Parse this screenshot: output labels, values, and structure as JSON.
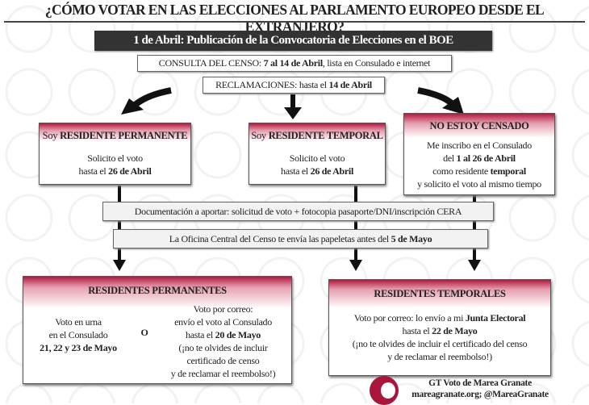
{
  "title": "¿CÓMO VOTAR EN LAS ELECCIONES AL PARLAMENTO EUROPEO DESDE EL EXTRANJERO?",
  "boe": "1 de Abril: Publicación de la Convocatoria de Elecciones en el BOE",
  "consulta": {
    "label": "CONSULTA DEL CENSO: ",
    "dates": "7 al 14 de Abril",
    "rest": ", lista en Consulado e internet"
  },
  "reclamaciones": {
    "label": "RECLAMACIONES: hasta el ",
    "date": "14 de Abril"
  },
  "permanente": {
    "pre": "Soy ",
    "title": "RESIDENTE PERMANENTE",
    "line1": "Solicito el voto",
    "line2": "hasta el ",
    "date": "26 de Abril"
  },
  "temporal": {
    "pre": "Soy ",
    "title": "RESIDENTE TEMPORAL",
    "line1": "Solicito el voto",
    "line2": "hasta el ",
    "date": "26 de Abril"
  },
  "no_censado": {
    "title": "NO ESTOY CENSADO",
    "line1": "Me inscribo en el Consulado",
    "line2a": "del ",
    "line2b": "1 al 26 de Abril",
    "line3a": "como residente ",
    "line3b": "temporal",
    "line4": "y solicito el voto al mismo tiempo"
  },
  "documentacion": "Documentación a aportar: solicitud de voto + fotocopia pasaporte/DNI/inscripción CERA",
  "oficina": {
    "text": "La Oficina Central del Censo te envía las papeletas antes del ",
    "date": "5 de Mayo"
  },
  "res_permanentes": {
    "title": "RESIDENTES PERMANENTES",
    "urna1": "Voto en urna",
    "urna2": "en el Consulado",
    "urna3": "21, 22 y 23 de Mayo",
    "o": "O",
    "correo1": "Voto por correo:",
    "correo2": "envío el voto al Consulado",
    "correo3": "hasta el ",
    "correo3b": "20 de Mayo",
    "correo4": "(¡no te olvides de incluir",
    "correo5": "certificado de censo",
    "correo6": "y de reclamar el reembolso!)"
  },
  "res_temporales": {
    "title": "RESIDENTES TEMPORALES",
    "l1": "Voto por correo: lo envío a mi ",
    "l1b": "Junta Electoral",
    "l2": "hasta el ",
    "l2b": "22 de Mayo",
    "l3": "(¡no te olvides de incluir el certificado del censo",
    "l4": "y de reclamar el reembolso!)"
  },
  "footer": {
    "org": "GT Voto de Marea Granate",
    "web": "mareagranate.org; @MareaGranate"
  },
  "colors": {
    "accent": "#b3193f"
  }
}
